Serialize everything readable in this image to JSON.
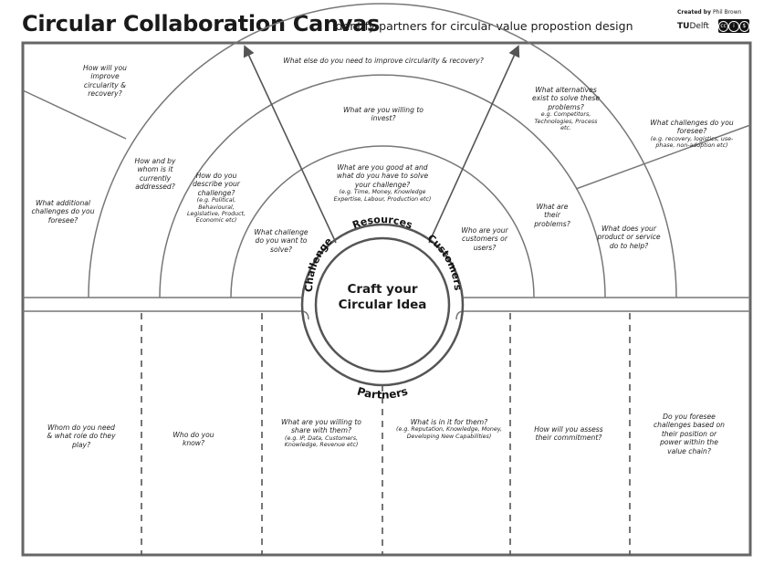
{
  "header": {
    "title": "Circular Collaboration Canvas",
    "subtitle": "Identify partners for circular value propostion design",
    "credit_prefix": "Created by",
    "credit_name": "Phil Brown",
    "logo_text_tu": "TU",
    "logo_text_delft": "Delft",
    "license_badge": "cc by nc"
  },
  "center": {
    "title": "Craft your Circular Idea"
  },
  "ring_labels": {
    "challenge": "Challenge",
    "resources": "Resources",
    "customers": "Customers",
    "partners": "Partners"
  },
  "outer_band": {
    "top_question": "What else do you need to improve circularity & recovery?",
    "improve_question": "How will you improve circularity & recovery?",
    "additional_challenges": "What additional challenges do you foresee?",
    "challenges_foresee": "What challenges do you foresee?",
    "challenges_foresee_sub": "(e.g. recovery, logistics, use-phase, non-adoption etc)"
  },
  "middle_band": {
    "invest_question": "What are you willing to invest?",
    "addressed_question": "How and by whom is it currently addressed?",
    "alternatives_question": "What alternatives exist to solve these problems?",
    "alternatives_sub": "e.g. Competitors, Technologies, Process etc.",
    "describe_question": "How do you describe your challenge?",
    "describe_sub": "(e.g. Political, Behavioural, Legislative, Product, Economic etc)",
    "problems_question": "What are their problems?",
    "help_question": "What does your product or service do to help?"
  },
  "inner_band": {
    "good_at_question": "What are you good at and what do you have to solve your challenge?",
    "good_at_sub": "(e.g. Time, Money, Knowledge Expertise, Labour, Production etc)",
    "challenge_question": "What challenge do you want to solve?",
    "customers_question": "Who are your customers or users?"
  },
  "partners_columns": [
    {
      "question": "Whom do you need & what role do they play?",
      "sub": ""
    },
    {
      "question": "Who do you know?",
      "sub": ""
    },
    {
      "question": "What are you willing to share with them?",
      "sub": "(e.g. IP, Data, Customers, Knowledge, Revenue etc)"
    },
    {
      "question": "What is in it for them?",
      "sub": "(e.g. Reputation, Knowledge, Money, Developing New Capabilities)"
    },
    {
      "question": "How will you assess their commitment?",
      "sub": ""
    },
    {
      "question": "Do you foresee challenges based on their position or power within the value chain?",
      "sub": ""
    }
  ]
}
